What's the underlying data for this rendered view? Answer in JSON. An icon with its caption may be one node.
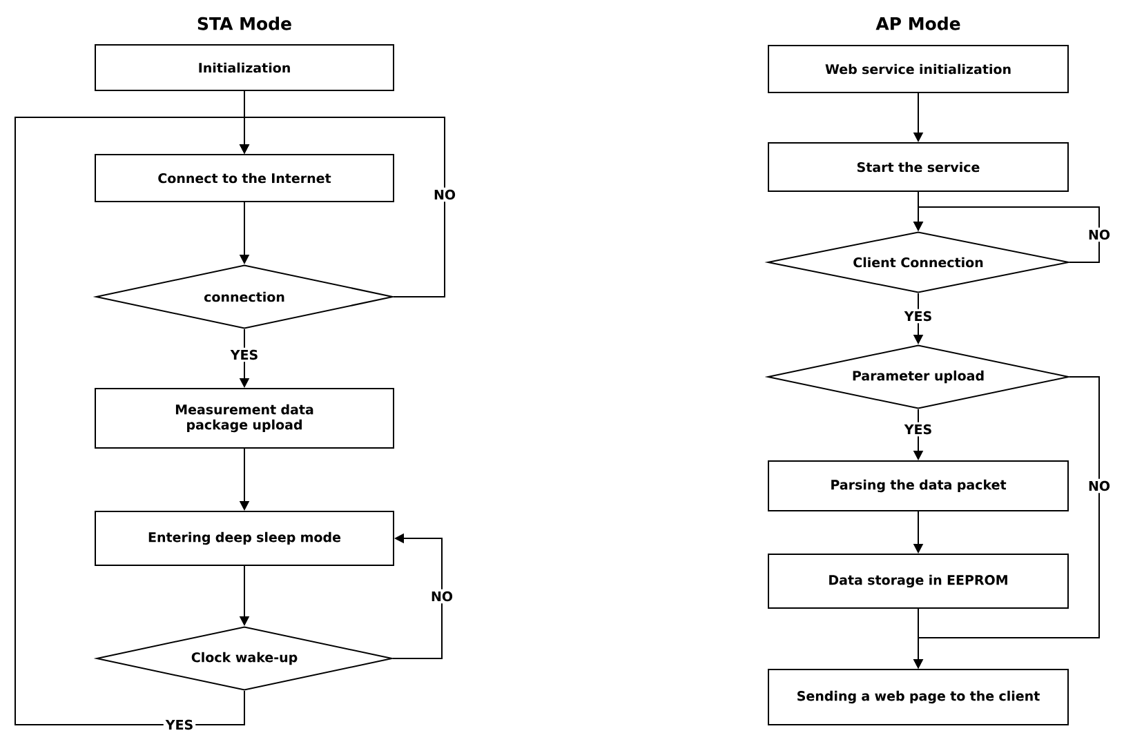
{
  "diagram": {
    "nodes": [
      {
        "text": [
          "Initialization"
        ]
      },
      {
        "text": [
          "Connect to the Internet"
        ]
      },
      {
        "text": [
          "connection"
        ]
      },
      {
        "text": [
          "Measurement data package upload"
        ]
      },
      {
        "text": [
          "Entering deep sleep mode"
        ]
      },
      {
        "text": [
          "Clock wake-up"
        ]
      },
      {
        "text": [
          "Web service initialization"
        ]
      },
      {
        "text": [
          "Start the service"
        ]
      },
      {
        "text": [
          "Client Connection"
        ]
      },
      {
        "text": [
          "Parameter upload"
        ]
      },
      {
        "text": [
          "Parsing the data packet"
        ]
      },
      {
        "text": [
          "Data storage in EEPROM"
        ]
      },
      {
        "text": [
          "Sending a web page to the client"
        ]
      }
    ],
    "edges": [
      {
        "from": 0,
        "to": 1,
        "arrow": "to"
      },
      {
        "from": 1,
        "to": 2,
        "arrow": "to"
      },
      {
        "from": 2,
        "to": 1,
        "arrow": "to",
        "label": "NO"
      },
      {
        "from": 2,
        "to": 3,
        "arrow": "to",
        "label": "YES"
      },
      {
        "from": 3,
        "to": 4,
        "arrow": "to"
      },
      {
        "from": 4,
        "to": 5,
        "arrow": "to"
      },
      {
        "from": 5,
        "to": 4,
        "arrow": "to",
        "label": "NO"
      },
      {
        "from": 5,
        "to": 1,
        "arrow": "to",
        "label": "YES"
      },
      {
        "from": 6,
        "to": 7,
        "arrow": "to"
      },
      {
        "from": 7,
        "to": 8,
        "arrow": "to"
      },
      {
        "from": 8,
        "to": 8,
        "arrow": "to",
        "label": "NO"
      },
      {
        "from": 8,
        "to": 9,
        "arrow": "to",
        "label": "YES"
      },
      {
        "from": 9,
        "to": 10,
        "arrow": "to",
        "label": "YES"
      },
      {
        "from": 9,
        "to": 12,
        "arrow": "to",
        "label": "NO"
      },
      {
        "from": 10,
        "to": 11,
        "arrow": "to"
      },
      {
        "from": 11,
        "to": 12,
        "arrow": "to"
      }
    ],
    "labels": [
      "STA Mode",
      "AP Mode"
    ]
  }
}
